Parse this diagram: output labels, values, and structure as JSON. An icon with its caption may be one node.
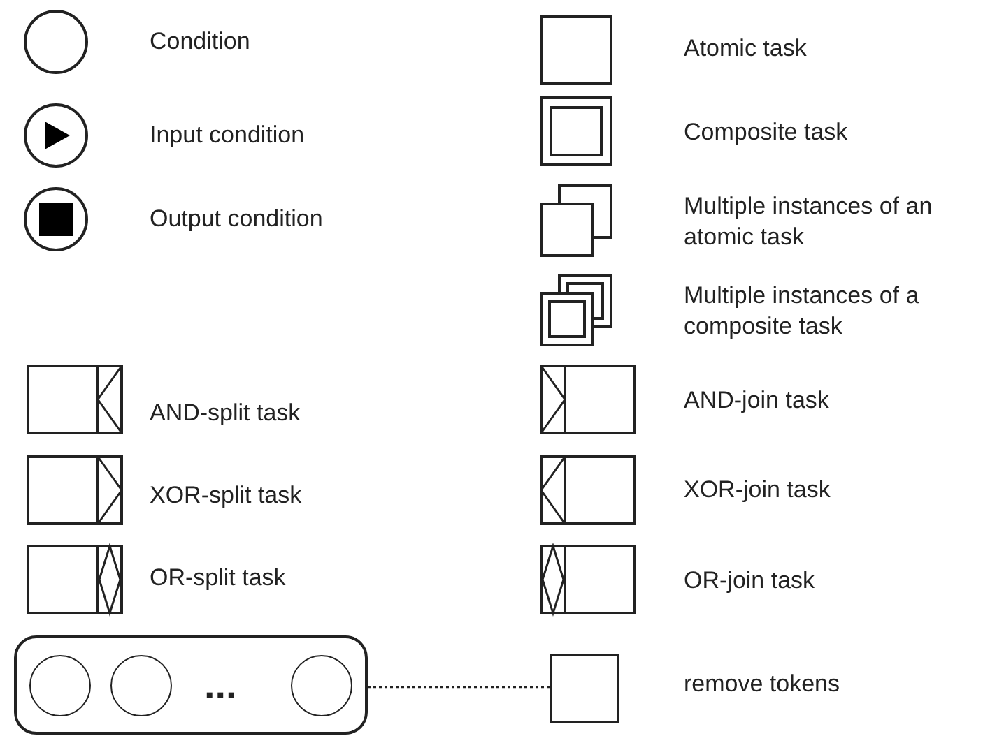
{
  "diagram": {
    "nodes": [
      {
        "text": [],
        "shape": "box"
      },
      {
        "text": [],
        "shape": "circle",
        "in": 0
      },
      {
        "text": [],
        "shape": "circle",
        "in": 0
      },
      {
        "text": [],
        "shape": "circle",
        "in": 0
      },
      {
        "text": [],
        "shape": "box"
      }
    ],
    "edges": [
      {
        "from": 0,
        "to": 4,
        "arrow": "none",
        "style": "dashed"
      }
    ],
    "labels": [
      "..."
    ],
    "legend": [
      {
        "text": "Condition"
      },
      {
        "text": "Input condition"
      },
      {
        "text": "Output condition"
      },
      {
        "text": "Atomic task"
      },
      {
        "text": "Composite task"
      },
      {
        "text": "Multiple instances of an atomic task"
      },
      {
        "text": "Multiple instances of a composite task"
      },
      {
        "text": "AND-split task"
      },
      {
        "text": "XOR-split task"
      },
      {
        "text": "OR-split task"
      },
      {
        "text": "AND-join task"
      },
      {
        "text": "XOR-join task"
      },
      {
        "text": "OR-join task"
      },
      {
        "text": "remove tokens"
      }
    ]
  }
}
